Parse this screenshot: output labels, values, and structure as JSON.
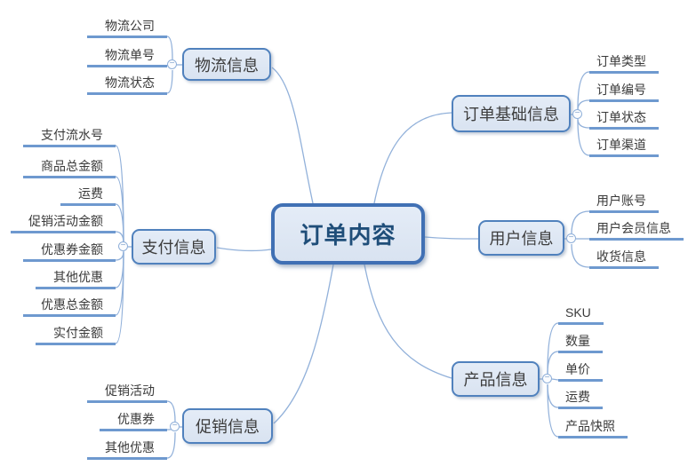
{
  "diagram": {
    "type": "mindmap",
    "central_topic": "订单内容"
  },
  "branches": [
    {
      "id": "logistics",
      "label": "物流信息",
      "side": "left",
      "leaves": [
        "物流公司",
        "物流单号",
        "物流状态"
      ]
    },
    {
      "id": "order-basic",
      "label": "订单基础信息",
      "side": "right",
      "leaves": [
        "订单类型",
        "订单编号",
        "订单状态",
        "订单渠道"
      ]
    },
    {
      "id": "payment",
      "label": "支付信息",
      "side": "left",
      "leaves": [
        "支付流水号",
        "商品总金额",
        "运费",
        "促销活动金额",
        "优惠券金额",
        "其他优惠",
        "优惠总金额",
        "实付金额"
      ]
    },
    {
      "id": "user",
      "label": "用户信息",
      "side": "right",
      "leaves": [
        "用户账号",
        "用户会员信息",
        "收货信息"
      ]
    },
    {
      "id": "promotion",
      "label": "促销信息",
      "side": "left",
      "leaves": [
        "促销活动",
        "优惠券",
        "其他优惠"
      ]
    },
    {
      "id": "product",
      "label": "产品信息",
      "side": "right",
      "leaves": [
        "SKU",
        "数量",
        "单价",
        "运费",
        "产品快照"
      ]
    }
  ],
  "ui": {
    "collapse_glyph": "−"
  },
  "colors": {
    "canvas_bg": "#ffffff",
    "node_fill": "#dce6f2",
    "node_border": "#5081bd",
    "central_border": "#4070b4",
    "central_text": "#1f4e79",
    "topic_text": "#3a3a3a",
    "leaf_underline": "#6e99cf",
    "connector_line": "#92b1da"
  }
}
